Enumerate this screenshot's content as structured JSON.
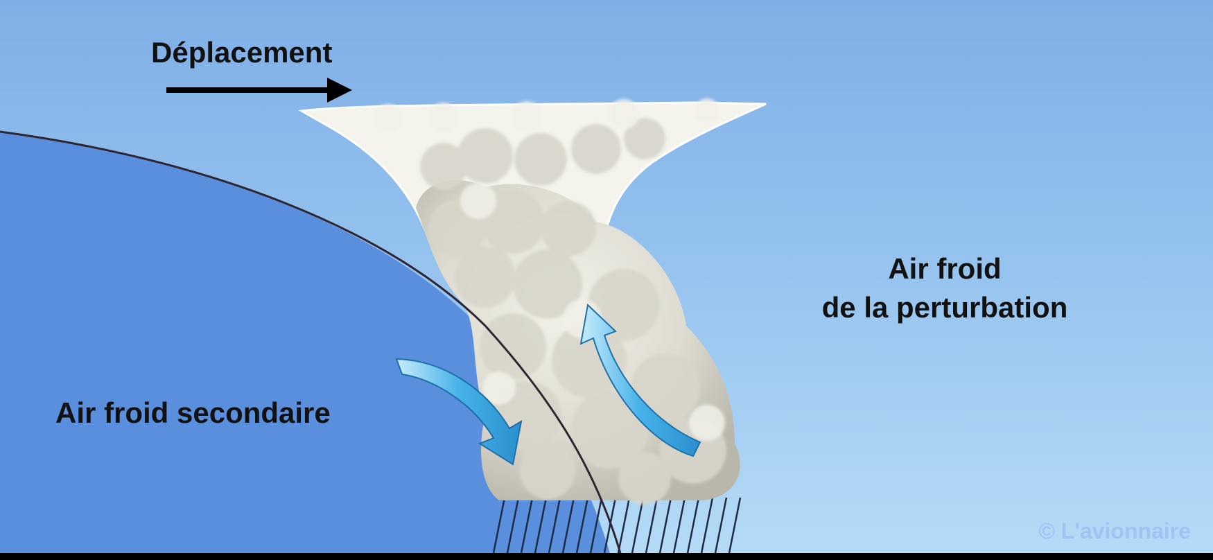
{
  "labels": {
    "movement": "Déplacement",
    "secondary_cold_air": "Air froid secondaire",
    "disturbance_cold_air_line1": "Air froid",
    "disturbance_cold_air_line2": "de la perturbation",
    "copyright": "© L'avionnaire"
  },
  "colors": {
    "sky_top": "#7faee6",
    "sky_bottom": "#b4dbf6",
    "cold_air_mass": "#5a8fdd",
    "cloud": "#e4e3da",
    "cloud_shadow": "#c9c6ba",
    "airflow_arrow": "#47b4ea",
    "movement_arrow": "#000000",
    "front_line": "#3a2a30"
  },
  "icons": {
    "movement_arrow": "right-arrow-icon",
    "airflow_down": "curved-down-arrow-icon",
    "airflow_up": "curved-up-arrow-icon"
  }
}
